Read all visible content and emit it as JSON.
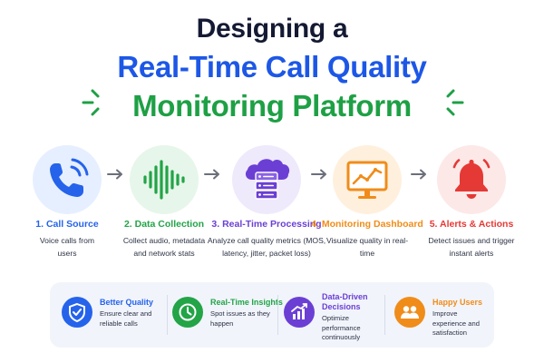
{
  "title": {
    "line1": "Designing a",
    "line2": "Real-Time Call Quality",
    "line3": "Monitoring Platform"
  },
  "colors": {
    "title_dark": "#141a33",
    "title_blue": "#1d57e6",
    "title_green": "#1ea045",
    "arrow": "#6b6f7a",
    "panel_bg": "#f1f4fb"
  },
  "steps": [
    {
      "title": "1. Call Source",
      "description": "Voice calls from users",
      "icon": "phone-icon",
      "color": "#2563eb",
      "bg": "#e6efff"
    },
    {
      "title": "2. Data Collection",
      "description": "Collect audio, metadata and network stats",
      "icon": "sound-wave-icon",
      "color": "#22a447",
      "bg": "#e7f6ea"
    },
    {
      "title": "3. Real-Time Processing",
      "description": "Analyze call quality metrics (MOS, latency, jitter, packet loss)",
      "icon": "cloud-server-icon",
      "color": "#6b3fd4",
      "bg": "#efe9fc"
    },
    {
      "title": "4. Monitoring Dashboard",
      "description": "Visualize quality in real-time",
      "icon": "dashboard-chart-icon",
      "color": "#f08c1a",
      "bg": "#fff0de"
    },
    {
      "title": "5. Alerts & Actions",
      "description": "Detect issues and trigger instant alerts",
      "icon": "bell-icon",
      "color": "#e53935",
      "bg": "#fde8e8"
    }
  ],
  "benefits": [
    {
      "title": "Better Quality",
      "description": "Ensure clear and reliable calls",
      "icon": "shield-check-icon",
      "color": "#2563eb"
    },
    {
      "title": "Real-Time Insights",
      "description": "Spot issues as they happen",
      "icon": "clock-icon",
      "color": "#22a447"
    },
    {
      "title": "Data-Driven Decisions",
      "description": "Optimize performance continuously",
      "icon": "growth-chart-icon",
      "color": "#6b3fd4"
    },
    {
      "title": "Happy Users",
      "description": "Improve experience and satisfaction",
      "icon": "users-icon",
      "color": "#f08c1a"
    }
  ]
}
